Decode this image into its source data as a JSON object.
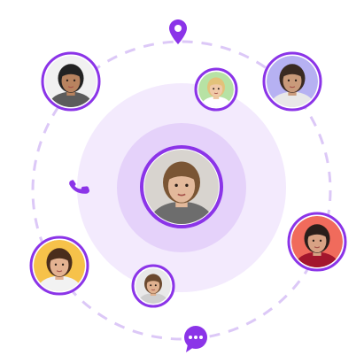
{
  "colors": {
    "accent": "#8b34e8",
    "accent_dark": "#7a1fe0",
    "orbit_dash": "#dcc8f7",
    "outer_halo": "#f3eafd",
    "inner_halo": "#e5d2fa"
  },
  "icons": {
    "top": "location-pin-icon",
    "left": "phone-icon",
    "bottom": "chat-bubble-icon"
  },
  "avatars": [
    {
      "name": "avatar-center",
      "bg": "#d8d4cf",
      "skin": "#e3b99b",
      "hair": "#7a5534",
      "shirt": "#6d6d6d",
      "role": "center"
    },
    {
      "name": "avatar-top-left",
      "bg": "#f1f1f1",
      "skin": "#b8835f",
      "hair": "#222222",
      "shirt": "#5c5c5c"
    },
    {
      "name": "avatar-top-small",
      "bg": "#b7e2a4",
      "skin": "#f0c9a8",
      "hair": "#e3c27a",
      "shirt": "#ffffff"
    },
    {
      "name": "avatar-top-right",
      "bg": "#b6b1f2",
      "skin": "#c99a7a",
      "hair": "#3a2a22",
      "shirt": "#e8e8e8"
    },
    {
      "name": "avatar-right",
      "bg": "#f06b5c",
      "skin": "#d8a284",
      "hair": "#2a1e1a",
      "shirt": "#a3162d"
    },
    {
      "name": "avatar-bottom-left",
      "bg": "#f6c24a",
      "skin": "#e4b291",
      "hair": "#4a2d1c",
      "shirt": "#f2f2f2"
    },
    {
      "name": "avatar-bottom-small",
      "bg": "#e9e9e9",
      "skin": "#e0b18f",
      "hair": "#6b4a2f",
      "shirt": "#cfcfcf"
    }
  ]
}
